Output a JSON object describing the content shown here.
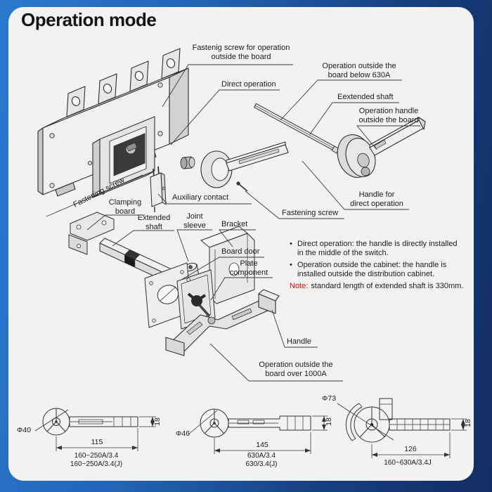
{
  "title": "Operation mode",
  "bullet_char": "•",
  "labels": {
    "fastening_screw_outside": {
      "line1": "Fastenig screw for operation",
      "line2": "outside the board"
    },
    "operation_below_630": {
      "line1": "Operation outside the",
      "line2": "board below 630A"
    },
    "direct_operation": "Direct operation",
    "extended_shaft_right": "Eextended shaft",
    "operation_handle_outside": {
      "line1": "Operation handle",
      "line2": "outside the board"
    },
    "handle_for_direct": {
      "line1": "Handle for",
      "line2": "direct operation"
    },
    "fastening_screw_center": "Fastening screw",
    "auxiliary_contact": "Auxiliary contact",
    "fastening_screw_left": "Fastening screw",
    "clamping_board": {
      "line1": "Clamping",
      "line2": "board"
    },
    "extended_shaft_left": {
      "line1": "Extended",
      "line2": "shaft"
    },
    "joint_sleeve": {
      "line1": "Joint",
      "line2": "sleeve"
    },
    "bracket": "Bracket",
    "board_door": "Board door",
    "plate_component": {
      "line1": "Plate",
      "line2": "component"
    },
    "handle": "Handle",
    "operation_over_1000": {
      "line1": "Operation outside the",
      "line2": "board over 1000A"
    }
  },
  "notes": {
    "bullet1": {
      "line1": "Direct operation: the handle is directly installed",
      "line2": "in the middle of the switch."
    },
    "bullet2": {
      "line1": "Operation outside the cabinet: the handle is",
      "line2": "installed outside the distribution cabinet."
    },
    "note_label": "Note:",
    "note_text": "standard length of extended shaft is 330mm."
  },
  "dimensions": {
    "drawing1": {
      "diameter": "Φ40",
      "length": "115",
      "height": "18",
      "caption1": "160~250A/3.4",
      "caption2": "160~250A/3.4(J)"
    },
    "drawing2": {
      "diameter": "Φ46",
      "length": "145",
      "height": "18",
      "caption1": "630A/3.4",
      "caption2": "630/3.4(J)"
    },
    "drawing3": {
      "diameter": "Φ73",
      "length": "126",
      "height": "18",
      "caption": "160~630A/3.4J"
    }
  },
  "colors": {
    "note_red": "#e60012",
    "frame_blue_light": "#2b79cf",
    "frame_blue_dark": "#122d62",
    "panel_bg": "#f2f2f0",
    "line": "#333333"
  }
}
